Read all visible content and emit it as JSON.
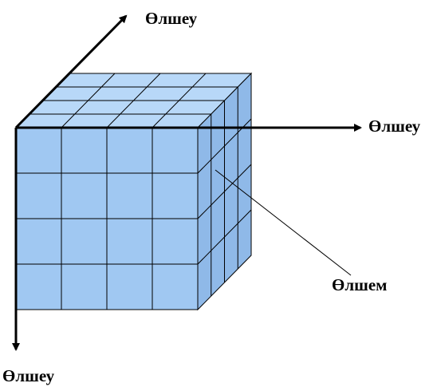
{
  "labels": {
    "axis_top": "Өлшеу",
    "axis_right": "Өлшеу",
    "axis_bottom": "Өлшеу",
    "dimension": "Өлшем"
  },
  "colors": {
    "front_face": "#a0c8f2",
    "top_face": "#b8d8f8",
    "side_face": "#8fb9e8",
    "grid_line": "#000000",
    "arrow": "#000000"
  },
  "cube": {
    "cells_per_edge": 4
  }
}
